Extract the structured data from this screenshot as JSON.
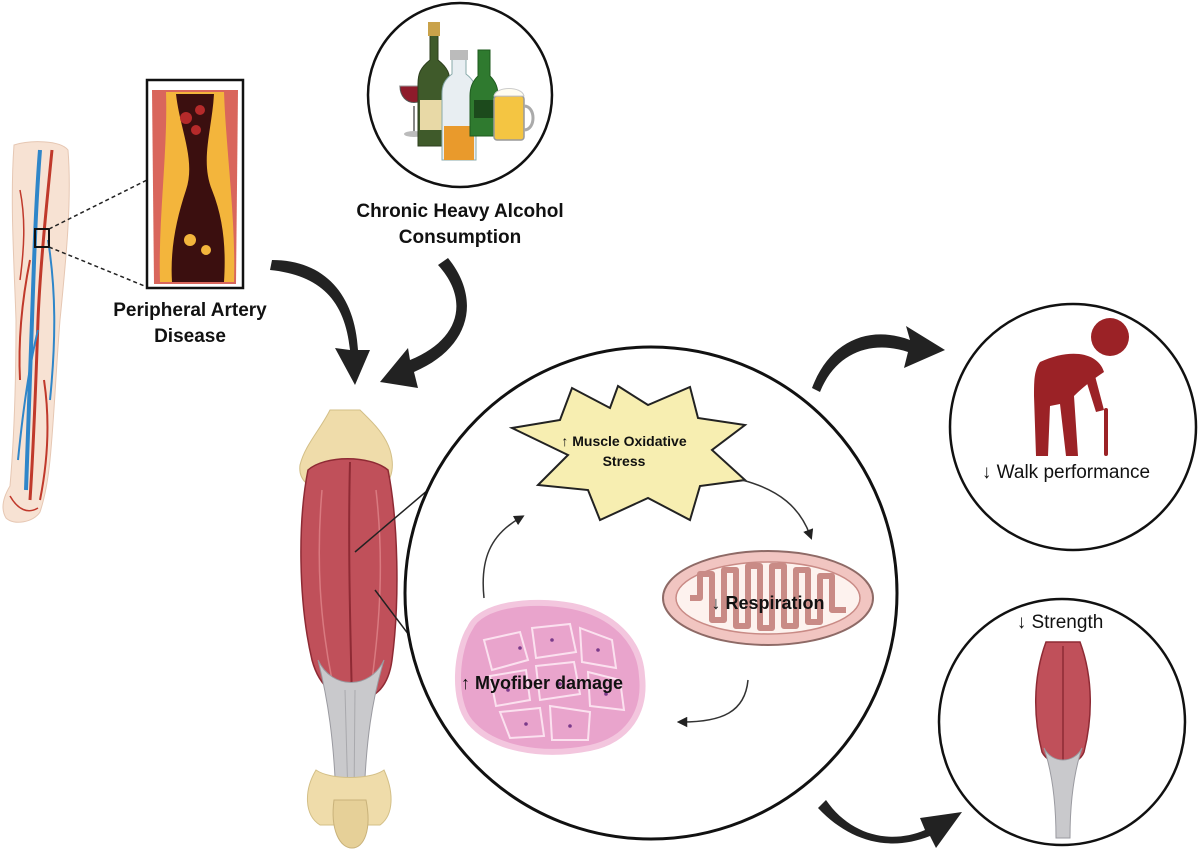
{
  "labels": {
    "pad_line1": "Peripheral Artery",
    "pad_line2": "Disease",
    "alcohol_line1": "Chronic Heavy Alcohol",
    "alcohol_line2": "Consumption",
    "stress_line1": "↑ Muscle Oxidative",
    "stress_line2": "Stress",
    "respiration": "↓ Respiration",
    "myofiber": "↑ Myofiber damage",
    "walk": "↓ Walk performance",
    "strength": "↓ Strength"
  },
  "colors": {
    "muscle_red": "#c0505a",
    "muscle_dark": "#8e2a34",
    "tendon_gray": "#c9c9cc",
    "bone": "#efdcaa",
    "star_fill": "#f7eeb1",
    "mito_fill": "#f1c5c1",
    "myofiber_fill": "#e9a4cc",
    "figure_red": "#9b2226",
    "artery_red": "#c0392b",
    "vein_blue": "#2f86c9",
    "skin": "#f7e2d3"
  }
}
